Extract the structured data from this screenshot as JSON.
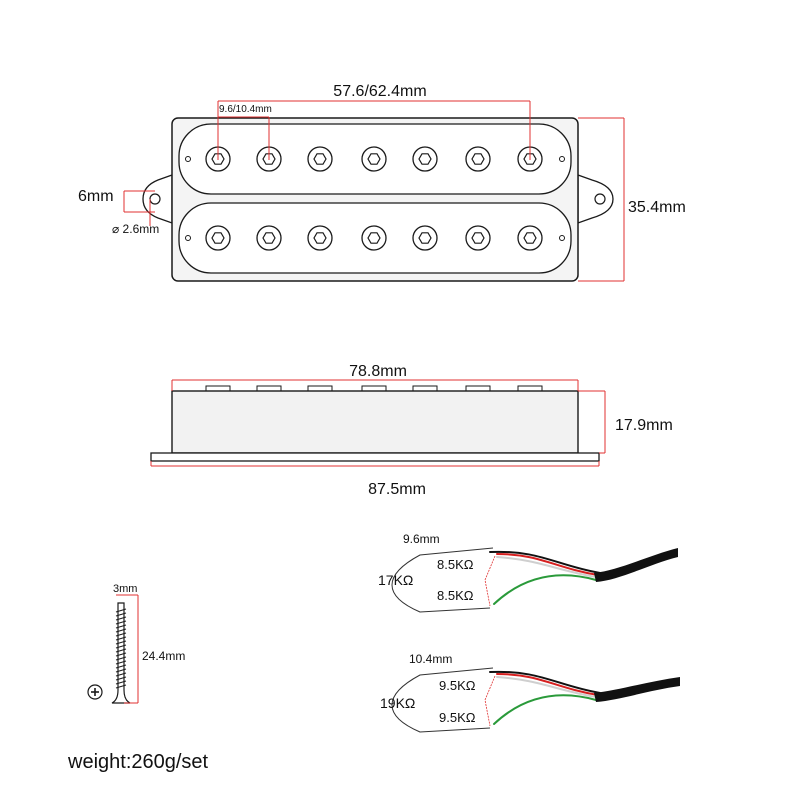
{
  "top_view": {
    "pole_spacing": "57.6/62.4mm",
    "pole_pitch": "9.6/10.4mm",
    "tab_width": "6mm",
    "hole_diameter": "⌀ 2.6mm",
    "height": "35.4mm"
  },
  "side_view": {
    "body_length": "78.8mm",
    "body_height": "17.9mm",
    "base_length": "87.5mm"
  },
  "screw": {
    "head_width": "3mm",
    "length": "24.4mm"
  },
  "wiring_a": {
    "spacing": "9.6mm",
    "total": "17KΩ",
    "coil_upper": "8.5KΩ",
    "coil_lower": "8.5KΩ"
  },
  "wiring_b": {
    "spacing": "10.4mm",
    "total": "19KΩ",
    "coil_upper": "9.5KΩ",
    "coil_lower": "9.5KΩ"
  },
  "weight": "weight:260g/set",
  "colors": {
    "outline": "#1a1a1a",
    "dimension_line": "#e03030",
    "wire_red": "#d62020",
    "wire_green": "#2a9a3a",
    "wire_white": "#dddddd",
    "wire_black": "#111111"
  }
}
